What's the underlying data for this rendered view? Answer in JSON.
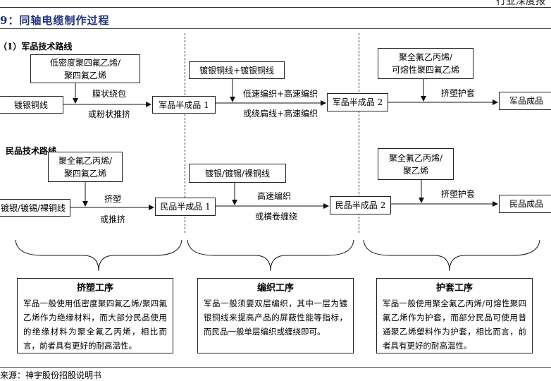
{
  "header": {
    "right_text": "行业深度报"
  },
  "figure": {
    "title": "9：同轴电缆制作过程"
  },
  "military": {
    "section_label": "（1）军品技术路线",
    "input_wire": "镀银铜线",
    "material_1": "低密度聚四氟乙烯/\n聚四氟乙烯",
    "step_1_top": "膜状绕包",
    "step_1_bottom": "或粉状推挤",
    "semi_1": "军品半成品 1",
    "material_2": "镀银铜线+镀银铜线",
    "step_2_top": "低速编织+高速编织",
    "step_2_bottom": "或绕扁线+高速编织",
    "semi_2": "军品半成品 2",
    "material_3": "聚全氟乙丙烯/\n可熔性聚四氟乙烯",
    "step_3_top": "挤塑护套",
    "final": "军品成品"
  },
  "civil": {
    "section_label": "民品技术路线",
    "input_wire": "镀银/镀锡/裸铜线",
    "material_1": "聚全氟乙丙烯/\n聚四氟乙烯",
    "step_1_top": "挤塑",
    "step_1_bottom": "或推挤",
    "semi_1": "民品半成品 1",
    "material_2": "镀银/镀锡/裸铜线",
    "step_2_top": "高速编织",
    "step_2_bottom": "或横卷缠绕",
    "semi_2": "民品半成品 2",
    "material_3": "聚全氟乙丙烯/\n聚乙烯",
    "step_3_top": "挤塑护套",
    "final": "民品成品"
  },
  "processes": [
    {
      "title": "挤塑工序",
      "body": "军品一般使用低密度聚四氟乙烯/聚四氟乙烯作为绝缘材料，而大部分民品使用的绝缘材料为聚全氟乙丙烯，相比而言，前者具有更好的耐高温性。"
    },
    {
      "title": "编织工序",
      "body": "军品一般须要双层编织，其中一层为镀银铜线来提高产品的屏蔽性能等指标，而民品一般单层编织或缠绕即可。"
    },
    {
      "title": "护套工序",
      "body": "军品一般使用聚全氟乙丙烯/可熔性聚四氟乙烯作为护套，而部分民品可使用普通聚乙烯塑料作为护套，相比而言，前者具有更好的耐高温性。"
    }
  ],
  "source": "来源：神宇股份招股说明书"
}
